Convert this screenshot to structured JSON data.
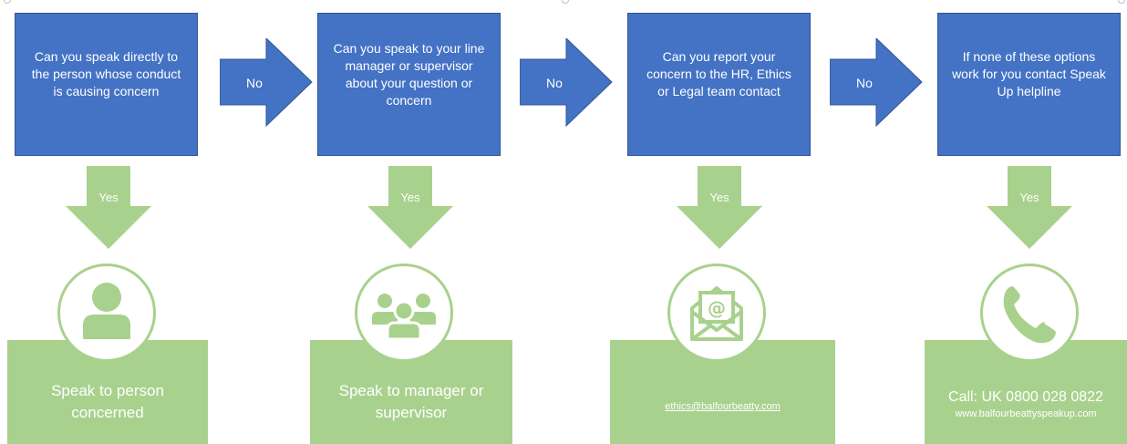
{
  "steps": [
    {
      "question": "Can you speak directly to the person whose conduct is causing concern",
      "yes": "Yes",
      "result": "Speak to person concerned",
      "icon": "person-icon"
    },
    {
      "question": "Can you speak to your line manager or supervisor about your question or concern",
      "yes": "Yes",
      "result": "Speak to manager or supervisor",
      "icon": "group-icon"
    },
    {
      "question": "Can you  report your concern to the HR, Ethics or Legal team contact",
      "yes": "Yes",
      "result": "ethics@balfourbeatty.com",
      "icon": "email-icon"
    },
    {
      "question": "If none of these options work for you contact Speak Up helpline",
      "yes": "Yes",
      "result": "Call: UK 0800 028 0822",
      "website": "www.balfourbeattyspeakup.com",
      "icon": "phone-icon"
    }
  ],
  "no_labels": [
    "No",
    "No",
    "No"
  ],
  "colors": {
    "question_box": "#4472c4",
    "arrow_no": "#4472c4",
    "arrow_yes": "#a9d18e",
    "result_box": "#a9d18e",
    "text": "#ffffff"
  }
}
